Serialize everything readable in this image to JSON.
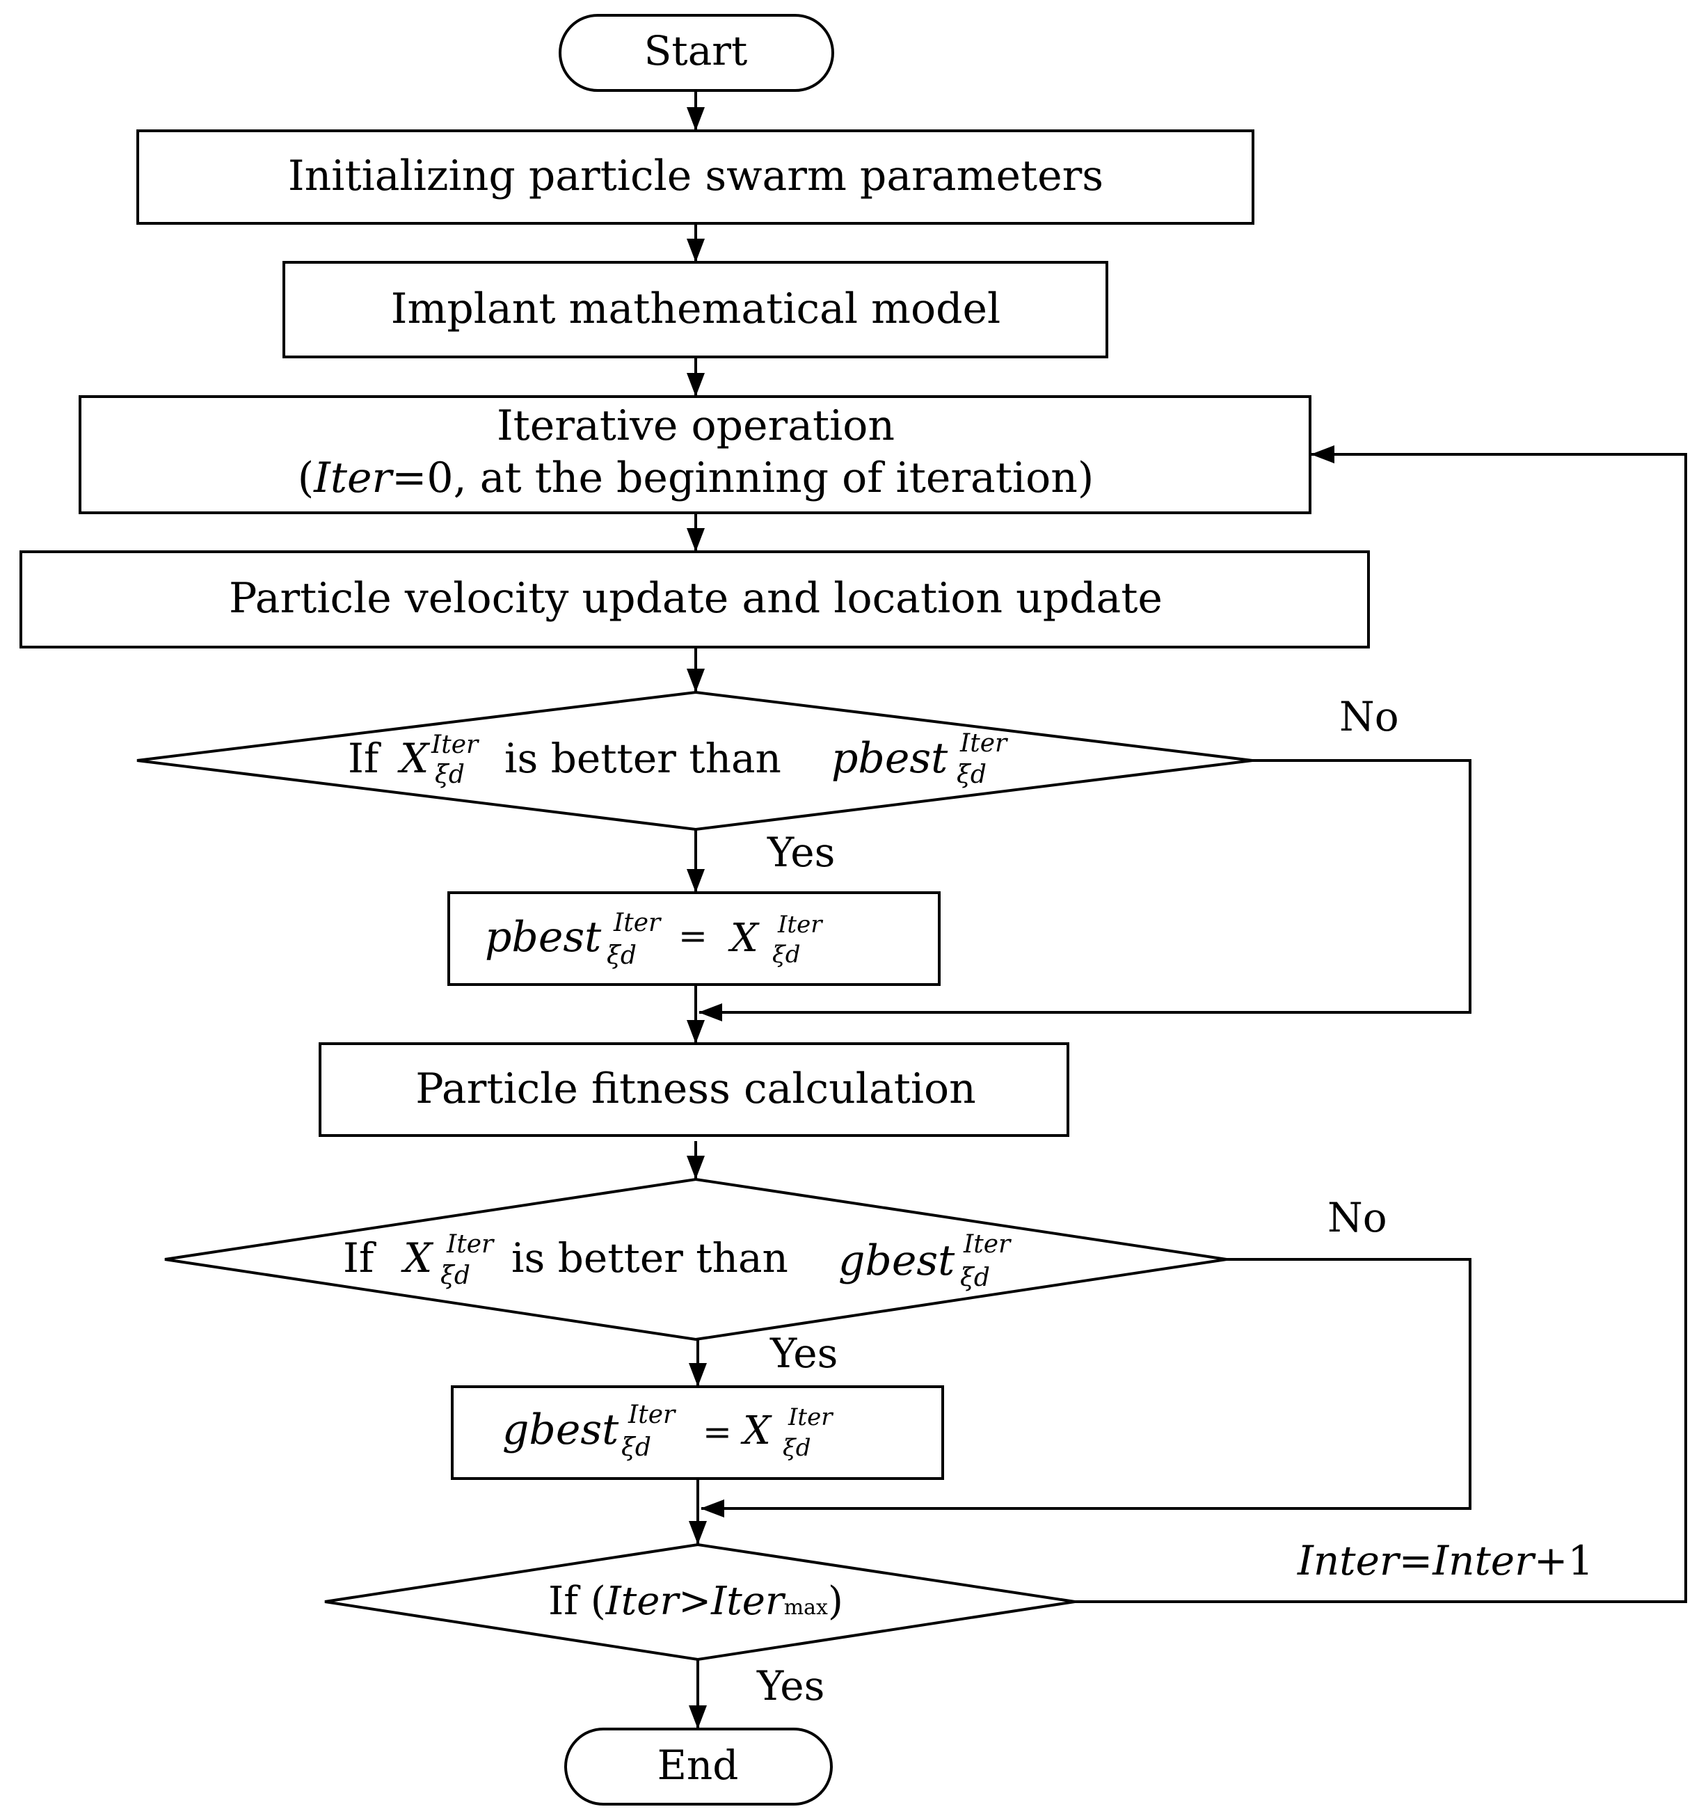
{
  "nodes": {
    "start": "Start",
    "init": "Initializing particle swarm parameters",
    "model": "Implant mathematical model",
    "iter_line1": "Iterative operation",
    "iter_line2_open": "(",
    "iter_line2_var": "Iter",
    "iter_line2_rest": "=0, at the beginning of iteration)",
    "velocity": "Particle velocity update and location update",
    "fitness": "Particle fitness calculation",
    "end": "End"
  },
  "decision_pbest": {
    "if": "If",
    "x": "X",
    "sup": "Iter",
    "sub": "ξd",
    "middle": "is better than",
    "pbest": "pbest",
    "sup2": "Iter",
    "sub2": "ξd"
  },
  "assign_pbest": {
    "lhs": "pbest",
    "sup": "Iter",
    "sub": "ξd",
    "eq": "=",
    "rhs": "X",
    "sup2": "Iter",
    "sub2": "ξd"
  },
  "decision_gbest": {
    "if": "If",
    "x": "X",
    "sup": "Iter",
    "sub": "ξd",
    "middle": "is better than",
    "gbest": "gbest",
    "sup2": "Iter",
    "sub2": "ξd"
  },
  "assign_gbest": {
    "lhs": "gbest",
    "sup": "Iter",
    "sub": "ξd",
    "eq": "=",
    "rhs": "X",
    "sup2": "Iter",
    "sub2": "ξd"
  },
  "decision_iter": {
    "if": "If (",
    "iter": "Iter",
    "gt": ">",
    "iter2": "Iter",
    "max": "max",
    "close": ")"
  },
  "labels": {
    "no1": "No",
    "yes1": "Yes",
    "no2": "No",
    "yes2": "Yes",
    "yes3": "Yes",
    "loop_a": "Inter",
    "loop_b": "=",
    "loop_c": "Inter",
    "loop_d": "+1"
  }
}
